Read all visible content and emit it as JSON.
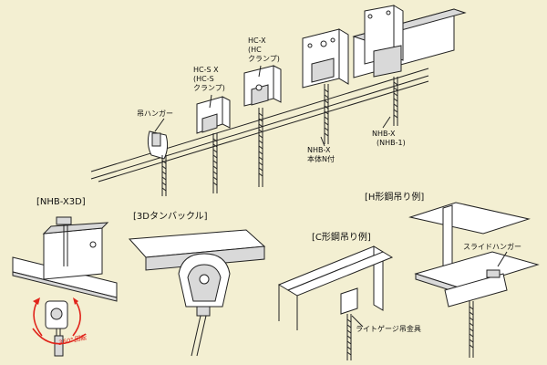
{
  "labels": {
    "hanger": "吊ハンガー",
    "hcsx_1": "HC-S X",
    "hcsx_2": "(HC-S",
    "hcsx_3": "クランプ)",
    "hcx_1": "HC-X",
    "hcx_2": "(HC",
    "hcx_3": "クランプ)",
    "nhbx_1": "NHB-X",
    "nhbx_2": "本体N付",
    "nhb1_1": "NHB-X",
    "nhb1_2": "(NHB-1)"
  },
  "sections": {
    "nhb_x3d": "[NHB-X3D]",
    "turnbuckle": "[3Dタンバックル]",
    "c_steel": "[C形鋼吊り例]",
    "h_steel": "[H形鋼吊り例]"
  },
  "notes": {
    "rotation": "360°回転",
    "light_gauge": "ライトゲージ吊金具",
    "slide_hanger": "スライドハンガー"
  },
  "colors": {
    "background": "#f3efd2",
    "rotation_arrow": "#e0241b",
    "line": "#222222"
  }
}
